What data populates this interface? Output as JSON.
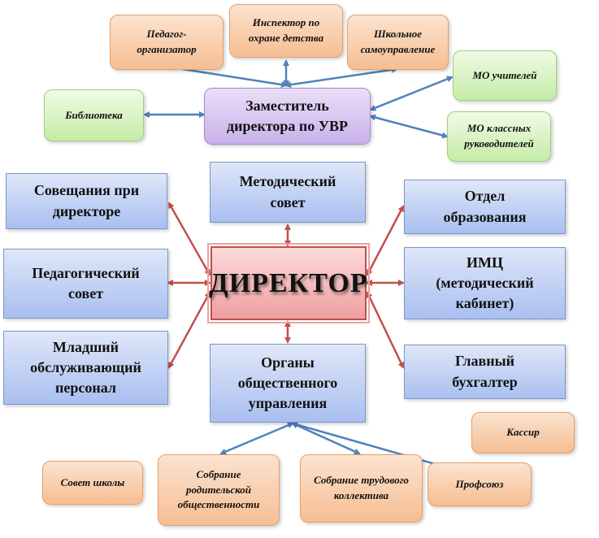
{
  "colors": {
    "red_arrow": "#c0504d",
    "blue_arrow": "#4f81bd"
  },
  "nodes": {
    "director": "ДИРЕКТОР",
    "deputy": "Заместитель\nдиректора по УВР",
    "methodical_council": "Методический\nсовет",
    "director_meetings": "Совещания при\nдиректоре",
    "pedagogical_council": "Педагогический\nсовет",
    "junior_staff": "Младший\nобслуживающий\nперсонал",
    "education_dept": "Отдел\nобразования",
    "imc": "ИМЦ\n(методический\nкабинет)",
    "chief_accountant": "Главный\nбухгалтер",
    "public_bodies": "Органы\nобщественного\nуправления",
    "ped_organizer": "Педагог-\nорганизатор",
    "child_inspector": "Инспектор по\nохране детства",
    "self_government": "Школьное\nсамоуправление",
    "library": "Библиотека",
    "mo_teachers": "МО учителей",
    "mo_class_leaders": "МО классных\nруководителей",
    "cashier": "Кассир",
    "school_council": "Совет школы",
    "parent_assembly": "Собрание\nродительской\nобщественности",
    "labor_assembly": "Собрание трудового\nколлектива",
    "union": "Профсоюз"
  }
}
